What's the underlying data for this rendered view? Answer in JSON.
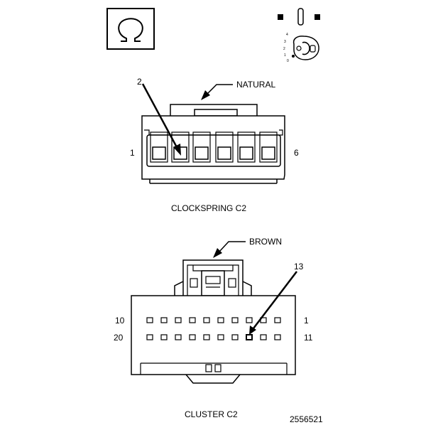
{
  "clockspring": {
    "color_label": "NATURAL",
    "pin_callout": "2",
    "pin_left": "1",
    "pin_right": "6",
    "title": "CLOCKSPRING C2"
  },
  "cluster": {
    "color_label": "BROWN",
    "pin_callout": "13",
    "row_top_left": "10",
    "row_top_right": "1",
    "row_bottom_left": "20",
    "row_bottom_right": "11",
    "title": "CLUSTER C2"
  },
  "figure_number": "2556521",
  "symbols": {
    "airbag_icon": "omega-symbol-icon",
    "key_icon": "ignition-key-icon"
  }
}
